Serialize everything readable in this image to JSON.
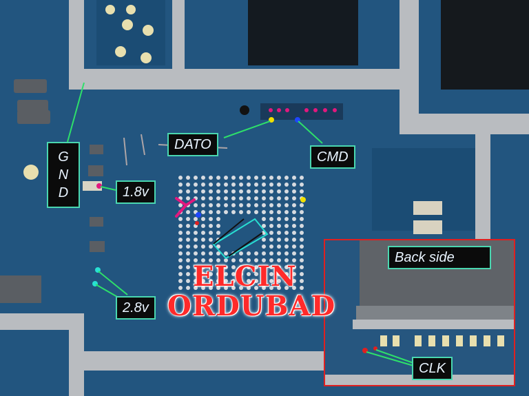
{
  "labels": {
    "gnd_letters": [
      "G",
      "N",
      "D"
    ],
    "dato": "DATO",
    "cmd": "CMD",
    "v18": "1.8v",
    "v28": "2.8v",
    "back_side": "Back side",
    "clk": "CLK"
  },
  "brand": {
    "line1": "ELCIN",
    "line2": "ORDUBAD"
  },
  "colors": {
    "board": "#1f4f7a",
    "shield": "#b9bcc0",
    "label_bg": "#0b0b0b",
    "label_border": "#4ad7b0",
    "pointer_line": "#2ee06a",
    "brand_red": "#ff2a2a",
    "inset_border": "#e02020"
  }
}
